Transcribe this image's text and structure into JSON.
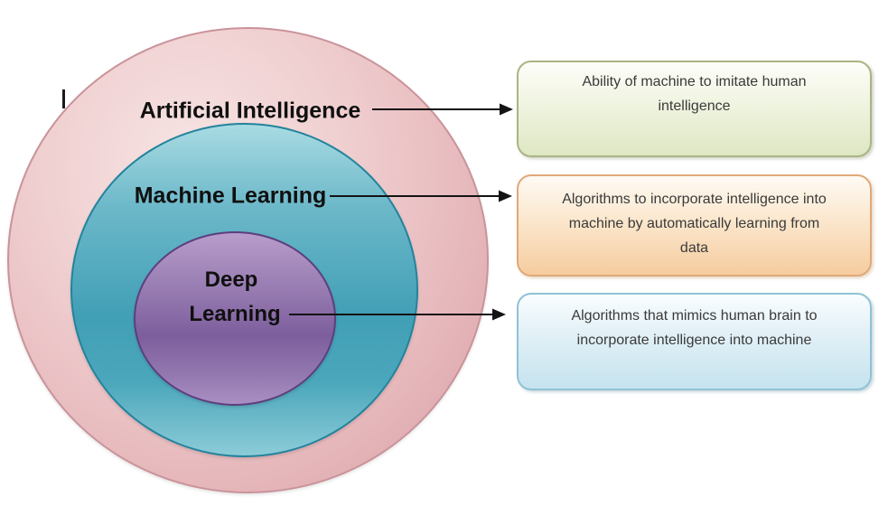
{
  "venn": {
    "rings": [
      {
        "name": "artificial-intelligence",
        "label": "Artificial Intelligence",
        "fill": "#e7b7ba",
        "border": "#c9939a"
      },
      {
        "name": "machine-learning",
        "label": "Machine Learning",
        "fill": "#4aa6bb",
        "border": "#23839c"
      },
      {
        "name": "deep-learning",
        "label_line1": "Deep",
        "label_line2": "Learning",
        "fill": "#8466a2",
        "border": "#5c3f7e"
      }
    ]
  },
  "callouts": [
    {
      "name": "ai-definition",
      "accent": "#dee7c3",
      "border": "#aab483",
      "text": "Ability of machine to imitate human intelligence",
      "lines": [
        "Ability of machine to imitate human",
        "intelligence"
      ]
    },
    {
      "name": "ml-definition",
      "accent": "#f6cc9f",
      "border": "#e0a978",
      "text": "Algorithms to incorporate intelligence into machine by automatically learning from data",
      "lines": [
        "Algorithms to incorporate intelligence into",
        "machine by automatically learning from",
        "data"
      ]
    },
    {
      "name": "dl-definition",
      "accent": "#c5e3ef",
      "border": "#8fc2d6",
      "text": "Algorithms that mimics human brain to incorporate intelligence into machine",
      "lines": [
        "Algorithms that mimics human brain to",
        "incorporate intelligence into machine"
      ]
    }
  ],
  "arrow_color": "#141414"
}
